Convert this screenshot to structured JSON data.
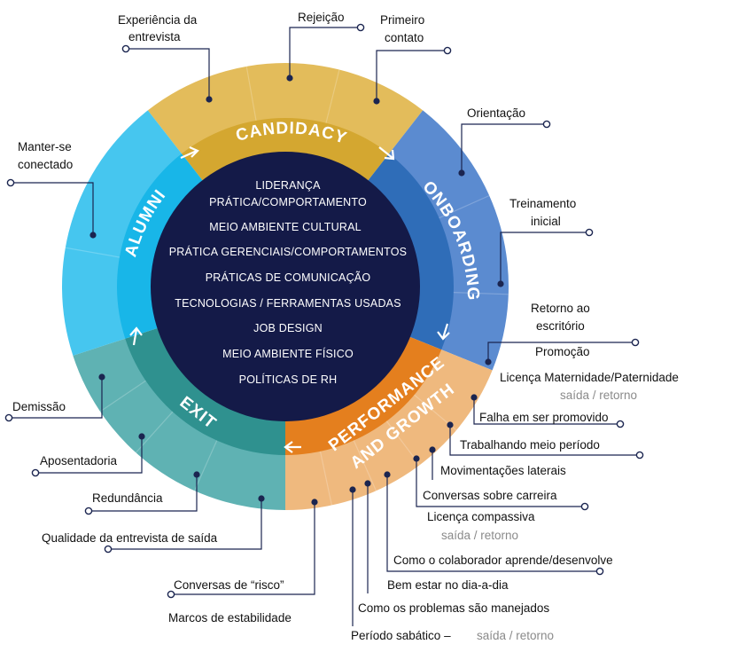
{
  "phases": {
    "candidacy": "CANDIDACY",
    "onboarding": "ONBOARDING",
    "performance": "PERFORMANCE",
    "growth": "AND GROWTH",
    "exit": "EXIT",
    "alumni": "ALUMNI"
  },
  "center_items": [
    "LIDERANÇA",
    "PRÁTICA/COMPORTAMENTO",
    "MEIO AMBIENTE CULTURAL",
    "PRÁTICA GERENCIAIS/COMPORTAMENTOS",
    "PRÁTICAS DE COMUNICAÇÃO",
    "TECNOLOGIAS / FERRAMENTAS USADAS",
    "JOB DESIGN",
    "MEIO AMBIENTE FÍSICO",
    "POLÍTICAS DE RH"
  ],
  "labels": {
    "experiencia_1": "Experiência da",
    "experiencia_2": "entrevista",
    "rejeicao": "Rejeição",
    "primeiro_1": "Primeiro",
    "primeiro_2": "contato",
    "orientacao": "Orientação",
    "treinamento_1": "Treinamento",
    "treinamento_2": "inicial",
    "retorno_1": "Retorno ao",
    "retorno_2": "escritório",
    "promocao": "Promoção",
    "licenca_mat": "Licença Maternidade/Paternidade",
    "saida_retorno": "saída / retorno",
    "falha": "Falha em ser promovido",
    "meio_periodo": "Trabalhando meio período",
    "movimentacoes": "Movimentações laterais",
    "conversas_carreira": "Conversas sobre carreira",
    "licenca_comp": "Licença compassiva",
    "colaborador": "Como o colaborador aprende/desenvolve",
    "bem_estar": "Bem estar no dia-a-dia",
    "problemas": "Como os problemas são manejados",
    "sabatico": "Período sabático –",
    "marcos": "Marcos de estabilidade",
    "conversas_risco": "Conversas de “risco”",
    "qualidade": "Qualidade da entrevista de saída",
    "redundancia": "Redundância",
    "aposentadoria": "Aposentadoria",
    "demissao": "Demissão",
    "manter_1": "Manter-se",
    "manter_2": "conectado"
  },
  "colors": {
    "candidacy_outer": "#e3bc5b",
    "candidacy_inner": "#d4a730",
    "onboarding_outer": "#5b8bd0",
    "onboarding_inner": "#2f6db8",
    "performance_outer": "#efb97e",
    "performance_inner": "#e47f1e",
    "exit_outer": "#5fb2b3",
    "exit_inner": "#2f918f",
    "alumni_outer": "#46c6ef",
    "alumni_inner": "#18b6e8",
    "center": "#141a48",
    "leader": "#1b2550",
    "gray_text": "#8a8a8a"
  }
}
